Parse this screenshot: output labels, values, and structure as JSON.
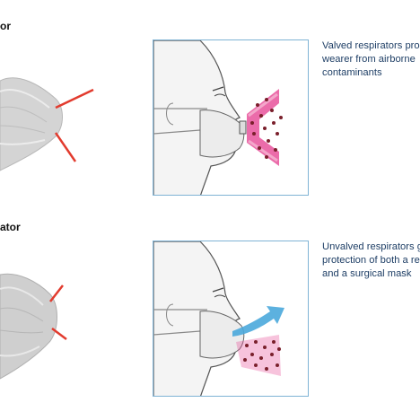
{
  "top": {
    "heading": "or",
    "caption": "Valved respirators pro\nwearer from airborne\ncontaminants"
  },
  "bottom": {
    "heading": "ator",
    "caption": "Unvalved respirators g\nprotection of both a re\nand a surgical mask"
  },
  "colors": {
    "panel_border": "#7fb3d5",
    "contaminant_stream": "#e7529b",
    "contaminant_dots": "#7a1f2b",
    "exhale_arrow": "#4aa8dc",
    "strap_accent": "#e23b2e"
  },
  "icons": {
    "top_diagram": "face-with-valved-respirator",
    "bottom_diagram": "face-with-unvalved-respirator-exhale-arrow"
  }
}
